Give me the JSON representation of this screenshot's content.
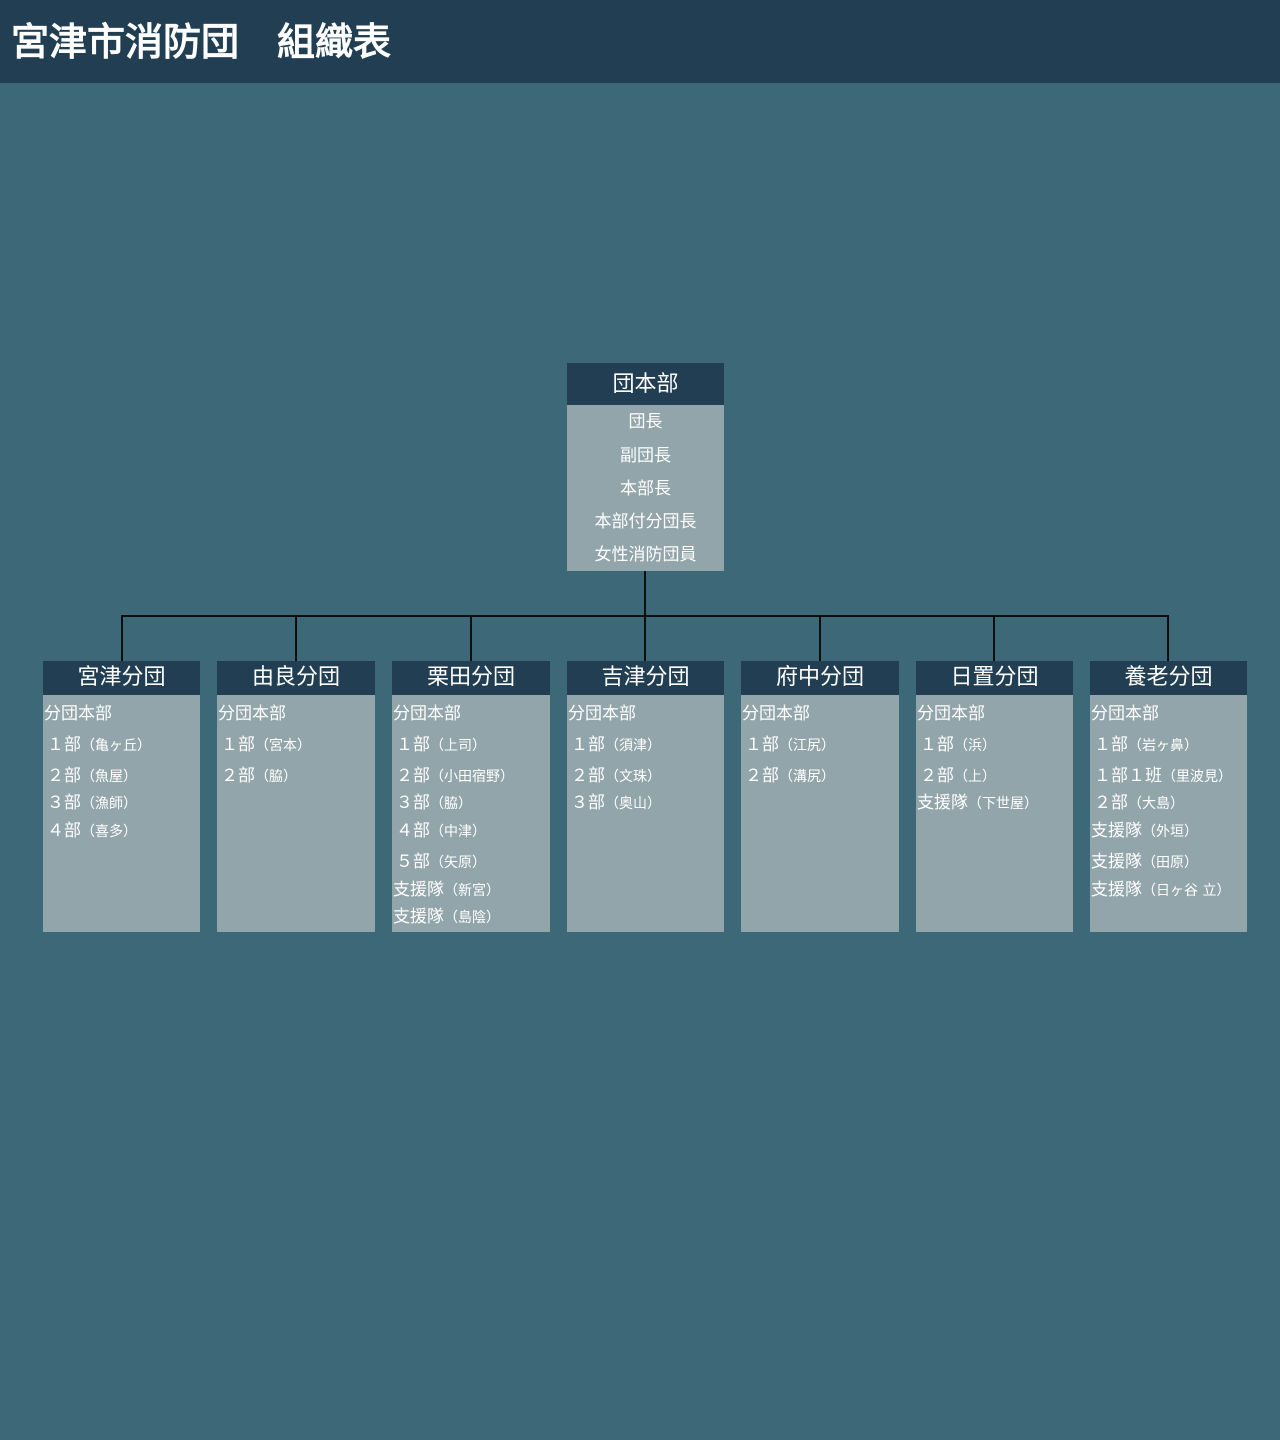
{
  "title": "宮津市消防団　組織表",
  "headquarters": {
    "name": "団本部",
    "members": [
      "団長",
      "副団長",
      "本部長",
      "本部付分団長",
      "女性消防団員"
    ]
  },
  "branches": [
    {
      "name": "宮津分団",
      "units": [
        {
          "main": "分団本部",
          "paren": ""
        },
        {
          "main": "１部",
          "paren": "（亀ヶ丘）"
        },
        {
          "main": "２部",
          "paren": "（魚屋）"
        },
        {
          "main": "３部",
          "paren": "（漁師）"
        },
        {
          "main": "４部",
          "paren": "（喜多）"
        }
      ]
    },
    {
      "name": "由良分団",
      "units": [
        {
          "main": "分団本部",
          "paren": ""
        },
        {
          "main": "１部",
          "paren": "（宮本）"
        },
        {
          "main": "２部",
          "paren": "（脇）"
        }
      ]
    },
    {
      "name": "栗田分団",
      "units": [
        {
          "main": "分団本部",
          "paren": ""
        },
        {
          "main": "１部",
          "paren": "（上司）"
        },
        {
          "main": "２部",
          "paren": "（小田宿野）"
        },
        {
          "main": "３部",
          "paren": "（脇）"
        },
        {
          "main": "４部",
          "paren": "（中津）"
        },
        {
          "main": "５部",
          "paren": "（矢原）"
        },
        {
          "main": "支援隊",
          "paren": "（新宮）"
        },
        {
          "main": "支援隊",
          "paren": "（島陰）"
        }
      ]
    },
    {
      "name": "吉津分団",
      "units": [
        {
          "main": "分団本部",
          "paren": ""
        },
        {
          "main": "１部",
          "paren": "（須津）"
        },
        {
          "main": "２部",
          "paren": "（文珠）"
        },
        {
          "main": "３部",
          "paren": "（奥山）"
        }
      ]
    },
    {
      "name": "府中分団",
      "units": [
        {
          "main": "分団本部",
          "paren": ""
        },
        {
          "main": "１部",
          "paren": "（江尻）"
        },
        {
          "main": "２部",
          "paren": "（溝尻）"
        }
      ]
    },
    {
      "name": "日置分団",
      "units": [
        {
          "main": "分団本部",
          "paren": ""
        },
        {
          "main": "１部",
          "paren": "（浜）"
        },
        {
          "main": "２部",
          "paren": "（上）"
        },
        {
          "main": "支援隊",
          "paren": "（下世屋）"
        }
      ]
    },
    {
      "name": "養老分団",
      "units": [
        {
          "main": "分団本部",
          "paren": ""
        },
        {
          "main": "１部",
          "paren": "（岩ヶ鼻）"
        },
        {
          "main": "１部１班",
          "paren": "（里波見）"
        },
        {
          "main": "２部",
          "paren": "（大島）"
        },
        {
          "main": "支援隊",
          "paren": "（外垣）"
        },
        {
          "main": "支援隊",
          "paren": "（田原）"
        },
        {
          "main": "支援隊",
          "paren": "（日ヶ谷 立）"
        }
      ]
    }
  ]
}
